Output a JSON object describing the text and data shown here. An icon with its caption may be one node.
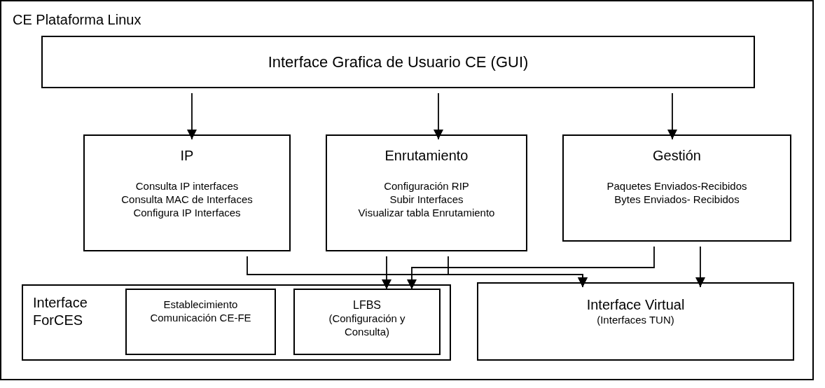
{
  "diagram": {
    "nodes": [
      {
        "text": [
          "CE Plataforma Linux"
        ]
      },
      {
        "text": [
          "Interface Grafica de Usuario  CE (GUI)"
        ],
        "in": 0
      },
      {
        "text": [
          "IP",
          "Consulta IP interfaces",
          "Consulta MAC de  Interfaces",
          "Configura IP Interfaces"
        ],
        "in": 0
      },
      {
        "text": [
          "Enrutamiento",
          "Configuración RIP",
          "Subir Interfaces",
          "Visualizar tabla Enrutamiento"
        ],
        "in": 0
      },
      {
        "text": [
          "Gestión",
          "Paquetes Enviados-Recibidos",
          "Bytes Enviados- Recibidos"
        ],
        "in": 0
      },
      {
        "text": [
          "Interface ForCES"
        ],
        "in": 0
      },
      {
        "text": [
          "Establecimiento Comunicación CE-FE"
        ],
        "in": 5
      },
      {
        "text": [
          "LFBS",
          "(Configuración y Consulta)"
        ],
        "in": 5
      },
      {
        "text": [
          "Interface Virtual",
          "(Interfaces TUN)"
        ],
        "in": 0
      }
    ],
    "edges": [
      {
        "from": 1,
        "to": 2,
        "arrow": "to"
      },
      {
        "from": 1,
        "to": 3,
        "arrow": "to"
      },
      {
        "from": 1,
        "to": 4,
        "arrow": "to"
      },
      {
        "from": 2,
        "to": 8,
        "arrow": "to"
      },
      {
        "from": 3,
        "to": 8,
        "arrow": "to"
      },
      {
        "from": 3,
        "to": 5,
        "arrow": "to"
      },
      {
        "from": 4,
        "to": 5,
        "arrow": "to"
      },
      {
        "from": 4,
        "to": 8,
        "arrow": "to"
      }
    ]
  }
}
